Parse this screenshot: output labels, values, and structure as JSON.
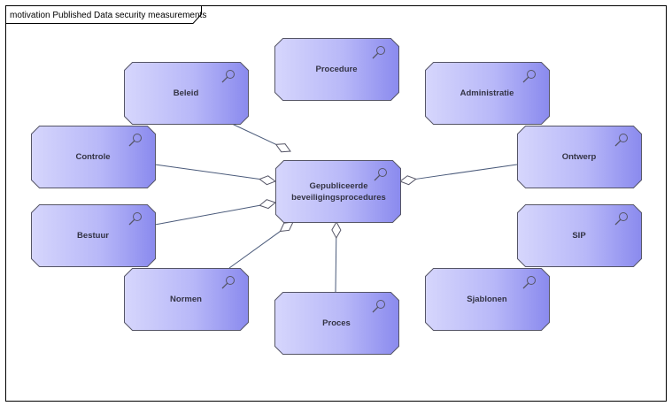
{
  "diagram": {
    "title": "motivation Published Data security measurements",
    "center": {
      "id": "center",
      "lines": [
        "Gepubliceerde",
        "beveiligingsprocedures"
      ]
    },
    "nodes": [
      {
        "id": "procedure",
        "label": "Procedure"
      },
      {
        "id": "beleid",
        "label": "Beleid"
      },
      {
        "id": "administratie",
        "label": "Administratie"
      },
      {
        "id": "controle",
        "label": "Controle"
      },
      {
        "id": "ontwerp",
        "label": "Ontwerp"
      },
      {
        "id": "bestuur",
        "label": "Bestuur"
      },
      {
        "id": "sip",
        "label": "SIP"
      },
      {
        "id": "normen",
        "label": "Normen"
      },
      {
        "id": "sjablonen",
        "label": "Sjablonen"
      },
      {
        "id": "proces",
        "label": "Proces"
      }
    ],
    "connections": [
      "beleid",
      "controle",
      "bestuur",
      "normen",
      "proces",
      "ontwerp"
    ],
    "icon": "magnifier-icon",
    "colors": {
      "fill_light": "#d8d8fc",
      "fill_dark": "#8888ee",
      "border": "#555566",
      "line": "#4a5a7a"
    }
  }
}
